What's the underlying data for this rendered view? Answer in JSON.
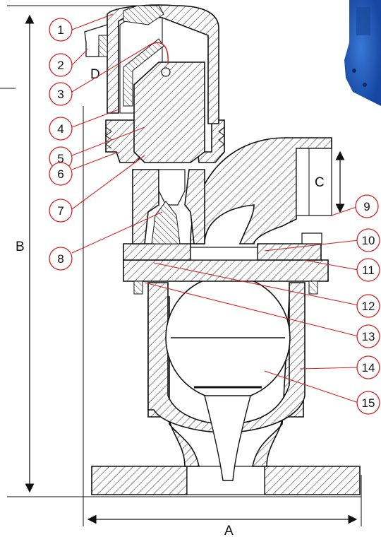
{
  "diagram": {
    "callouts": [
      {
        "id": "1",
        "label": "1"
      },
      {
        "id": "2",
        "label": "2"
      },
      {
        "id": "3",
        "label": "3"
      },
      {
        "id": "4",
        "label": "4"
      },
      {
        "id": "5",
        "label": "5"
      },
      {
        "id": "6",
        "label": "6"
      },
      {
        "id": "7",
        "label": "7"
      },
      {
        "id": "8",
        "label": "8"
      },
      {
        "id": "9",
        "label": "9"
      },
      {
        "id": "10",
        "label": "10"
      },
      {
        "id": "11",
        "label": "11"
      },
      {
        "id": "12",
        "label": "12"
      },
      {
        "id": "13",
        "label": "13"
      },
      {
        "id": "14",
        "label": "14"
      },
      {
        "id": "15",
        "label": "15"
      }
    ],
    "dimensions": {
      "a": "A",
      "b": "B",
      "c": "C",
      "d": "D"
    },
    "colors": {
      "callout_stroke": "#d62020",
      "outline": "#111111",
      "photo_blue": "#1f5bb5"
    }
  }
}
